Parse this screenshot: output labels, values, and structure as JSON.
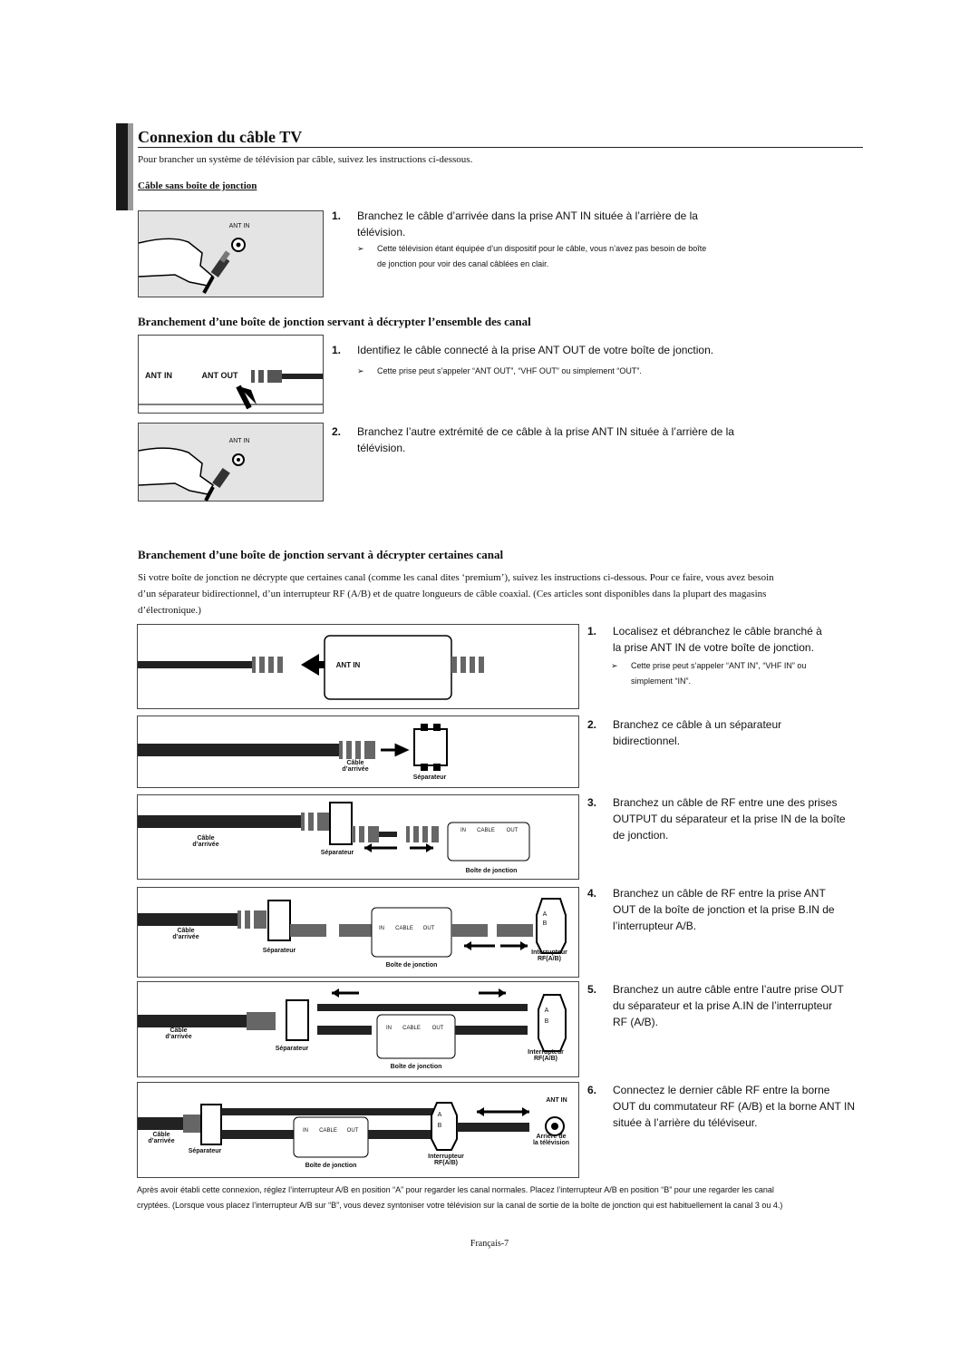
{
  "section_title": "Connexion du câble TV",
  "intro": "Pour brancher un système de télévision par câble, suivez les instructions ci-dessous.",
  "part1": {
    "heading": "Câble sans boîte de jonction",
    "step_num": "1.",
    "step_text_l1": "Branchez le câble d’arrivée dans la prise ANT IN située à l’arrière de la",
    "step_text_l2": "télévision.",
    "note_l1": "Cette télévision étant équipée d’un dispositif pour le câble, vous n’avez pas besoin de boîte",
    "note_l2": "de jonction pour voir des canal câblées en clair.",
    "img_label": "ANT IN"
  },
  "part2": {
    "heading": "Branchement d’une boîte de jonction servant à décrypter l’ensemble des canal",
    "step1_num": "1.",
    "step1_text": "Identifiez le câble connecté à la prise ANT OUT de votre boîte de jonction.",
    "note1": "Cette prise peut s’appeler “ANT OUT”, “VHF OUT” ou simplement “OUT”.",
    "img1_ant_in": "ANT IN",
    "img1_ant_out": "ANT OUT",
    "step2_num": "2.",
    "step2_text_l1": "Branchez l’autre extrémité de ce câble à la prise ANT IN située à l’arrière de la",
    "step2_text_l2": "télévision.",
    "img2_label": "ANT IN"
  },
  "part3": {
    "heading": "Branchement d’une boîte de jonction servant à décrypter certaines canal",
    "para_l1": "Si votre boîte de jonction ne décrypte que certaines canal (comme les canal dites ‘premium’), suivez les instructions ci-dessous. Pour ce faire, vous avez besoin",
    "para_l2": "d’un séparateur bidirectionnel, d’un interrupteur RF (A/B) et de quatre longueurs de câble coaxial. (Ces articles sont disponibles dans la plupart des magasins",
    "para_l3": "d’électronique.)",
    "steps": [
      {
        "num": "1.",
        "l1": "Localisez et débranchez le câble branché à",
        "l2": "la prise ANT IN de votre boîte de jonction."
      },
      {
        "num": "2.",
        "l1": "Branchez ce câble à un séparateur",
        "l2": "bidirectionnel."
      },
      {
        "num": "3.",
        "l1": "Branchez un câble de RF entre une des prises",
        "l2": "OUTPUT du séparateur et la prise IN de la boîte",
        "l3": "de jonction."
      },
      {
        "num": "4.",
        "l1": "Branchez un câble de RF entre la prise ANT",
        "l2": "OUT de la boîte de jonction et la prise B.IN de",
        "l3": "l’interrupteur A/B."
      },
      {
        "num": "5.",
        "l1": "Branchez un autre câble entre l’autre prise OUT",
        "l2": "du séparateur et la prise A.IN de l’interrupteur",
        "l3": "RF (A/B)."
      },
      {
        "num": "6.",
        "l1": "Connectez le dernier câble RF entre la borne",
        "l2": "OUT du commutateur RF (A/B) et la borne ANT IN",
        "l3": "située à l’arrière du téléviseur."
      }
    ],
    "note1_l1": "Cette prise peut s’appeler “ANT IN”, “VHF IN” ou",
    "note1_l2": "simplement “IN”.",
    "labels": {
      "ant_in": "ANT IN",
      "cable": "Câble",
      "arrivee": "d’arrivée",
      "separateur": "Séparateur",
      "boite": "Boîte de jonction",
      "in": "IN",
      "cable_port": "CABLE",
      "out": "OUT",
      "interrupteur": "Interrupteur",
      "rfab": "RF(A/B)",
      "a": "A",
      "b": "B",
      "arriere": "Arrière de",
      "tele": "la télévision"
    }
  },
  "footer_l1": "Après avoir établi cette connexion, réglez l’interrupteur A/B en position “A” pour regarder les canal normales. Placez l’interrupteur A/B en position “B” pour une regarder les canal",
  "footer_l2": "cryptées. (Lorsque vous placez l’interrupteur A/B sur “B”, vous devez syntoniser votre télévision sur la canal de sortie de la boîte de jonction qui est habituellement la canal 3 ou 4.)",
  "page_number": "Français-7"
}
